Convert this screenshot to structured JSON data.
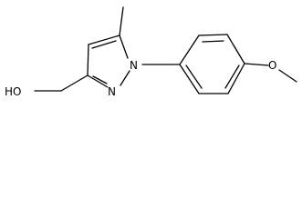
{
  "molecule": {
    "atoms": {
      "hydroxyl": "HO",
      "ring_nitrogen_n1": "N",
      "ring_nitrogen_n2": "N",
      "methoxy_oxygen": "O"
    }
  }
}
